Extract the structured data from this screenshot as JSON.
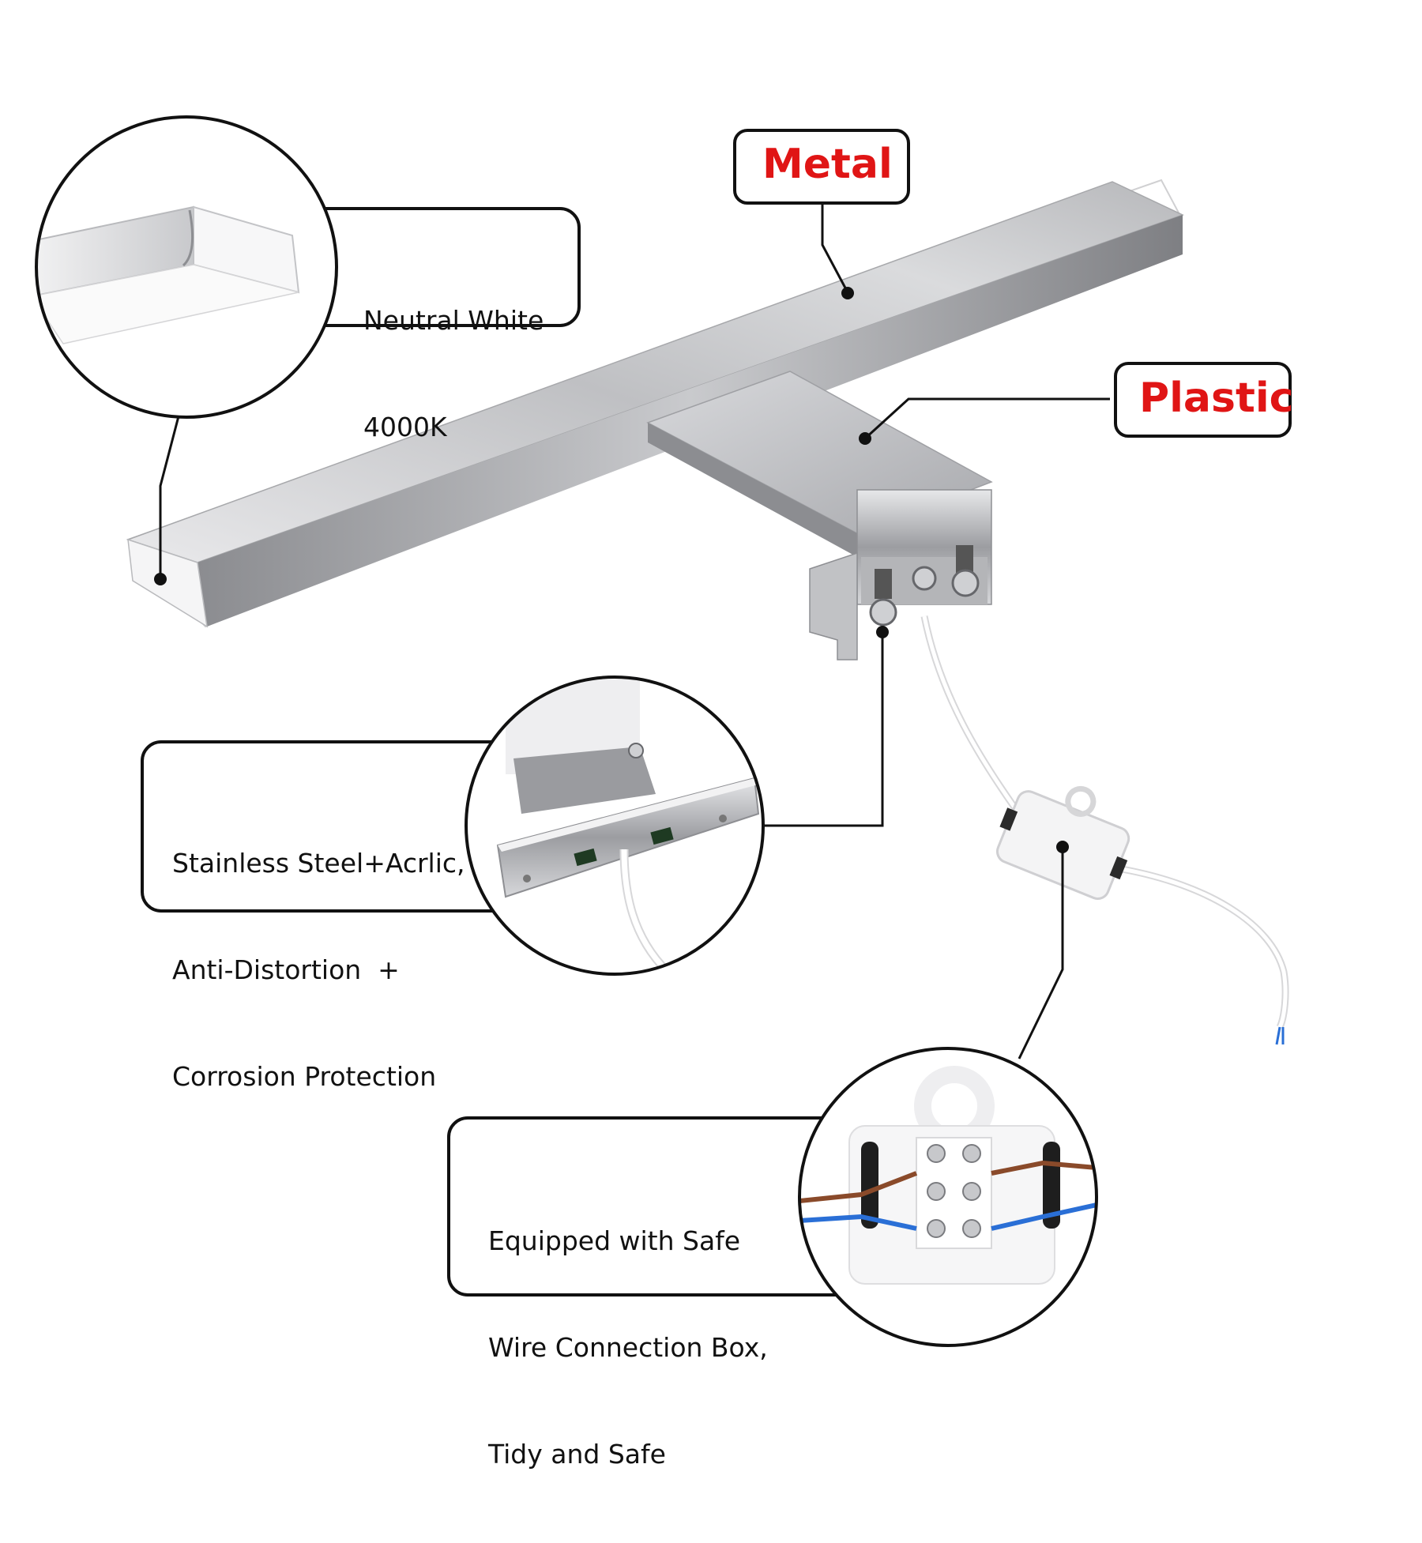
{
  "callouts": {
    "neutral_line1": "Neutral White",
    "neutral_line2": "4000K",
    "metal": "Metal",
    "plastic": "Plastic",
    "steel_line1": "Stainless Steel+Acrlic,",
    "steel_line2": "Anti-Distortion  +",
    "steel_line3": "Corrosion Protection",
    "box_line1": "Equipped with Safe",
    "box_line2": "Wire Connection Box,",
    "box_line3": "Tidy and Safe"
  },
  "colors": {
    "label_red": "#e01515",
    "outline": "#111111",
    "wire_blue": "#2a6fd6",
    "wire_brown": "#8a4a2a"
  }
}
